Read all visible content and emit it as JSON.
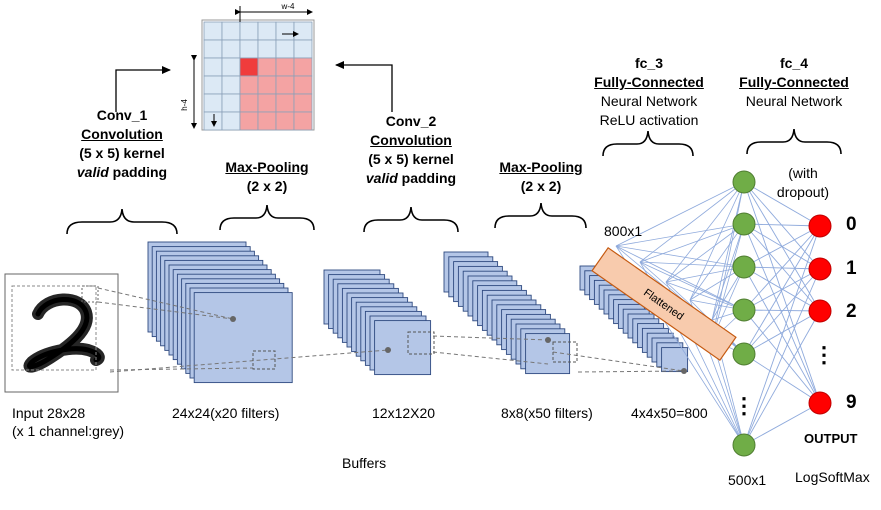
{
  "conv1": {
    "name": "Conv_1",
    "type": "Convolution",
    "kernel": "(5 x 5) kernel",
    "pad_word": "valid",
    "pad_rest": " padding"
  },
  "pool1": {
    "name": "Max-Pooling",
    "size": "(2 x 2)"
  },
  "conv2": {
    "name": "Conv_2",
    "type": "Convolution",
    "kernel": "(5 x 5) kernel",
    "pad_word": "valid",
    "pad_rest": " padding"
  },
  "pool2": {
    "name": "Max-Pooling",
    "size": "(2 x 2)"
  },
  "fc3": {
    "name": "fc_3",
    "type": "Fully-Connected",
    "line1": "Neural Network",
    "line2": "ReLU activation"
  },
  "fc4": {
    "name": "fc_4",
    "type": "Fully-Connected",
    "line1": "Neural Network"
  },
  "dropout": {
    "line1": "(with",
    "line2": "dropout)"
  },
  "inset": {
    "w_label": "w-4",
    "h_label": "h-4"
  },
  "flattened": "Flattened",
  "vec_label": "800x1",
  "input": {
    "line1": "Input 28x28",
    "line2": "(x 1 channel:grey)"
  },
  "sizes": {
    "s1": "24x24(x20 filters)",
    "s2": "12x12X20",
    "s3": "8x8(x50 filters)",
    "s4": "4x4x50=800"
  },
  "buffers": "Buffers",
  "hidden_size": "500x1",
  "output_label": "OUTPUT",
  "logsoftmax": "LogSoftMax",
  "outputs": [
    "0",
    "1",
    "2",
    "⋮",
    "9"
  ],
  "hidden_ellipsis": "⋮",
  "colors": {
    "map_fill": "#b4c6e7",
    "map_stroke": "#2f4a80",
    "node_green": "#70ad47",
    "node_red": "#ff0000",
    "edge_blue": "#8faadc",
    "flatten_fill": "#f8cbad",
    "flatten_stroke": "#c55a11",
    "inset_blue": "#dce9f5",
    "inset_red": "#f4a3a3"
  }
}
